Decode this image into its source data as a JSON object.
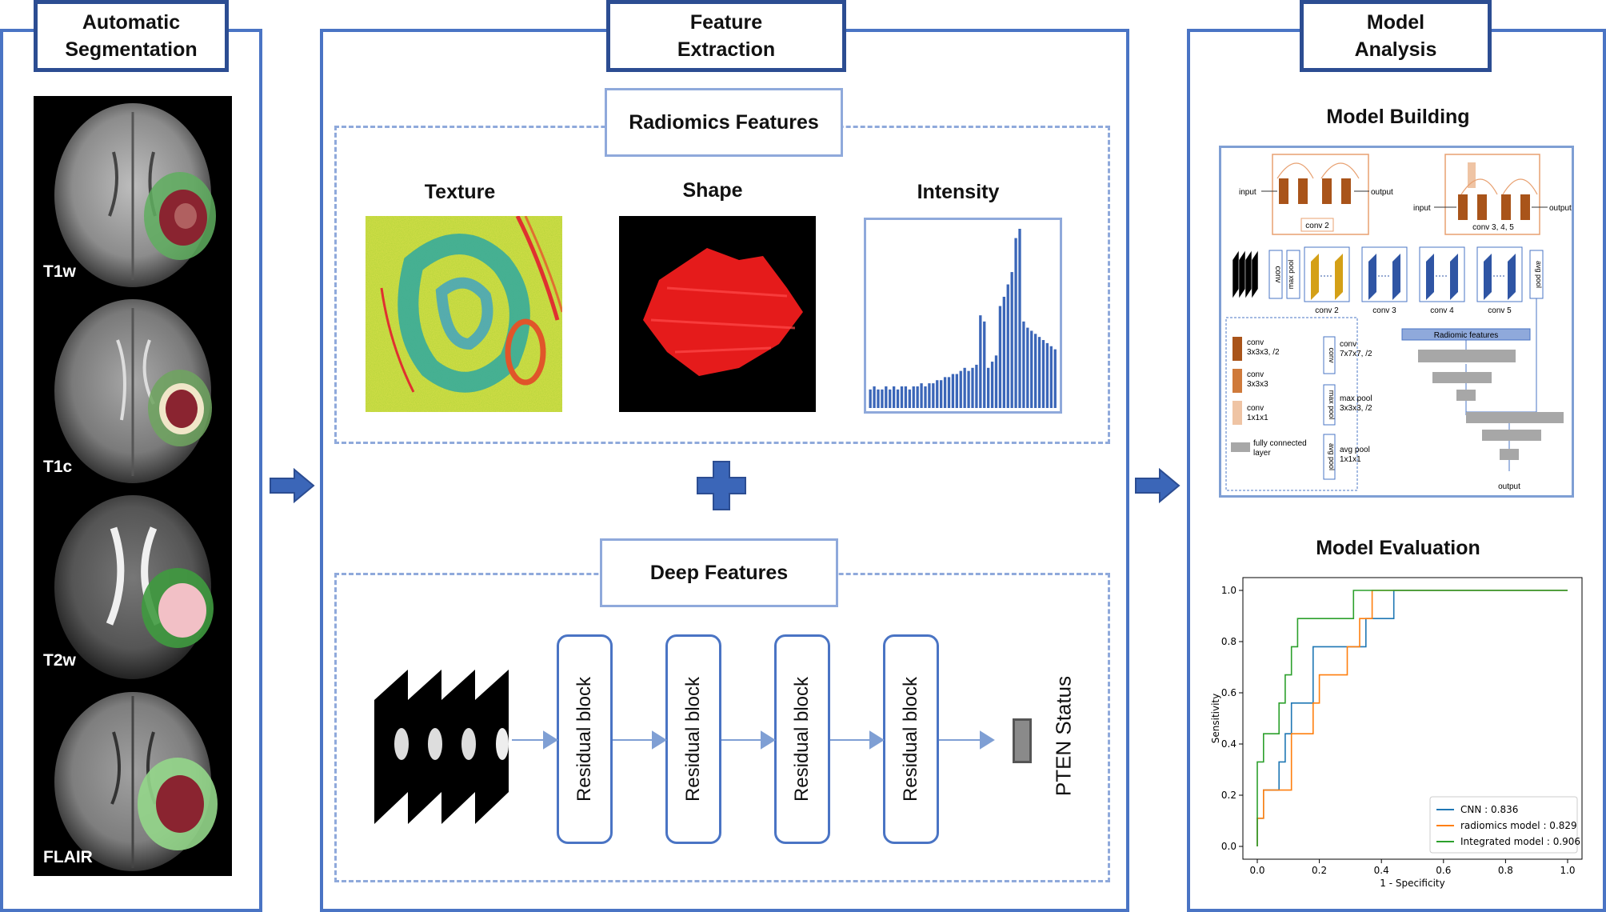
{
  "segmentation": {
    "header": "Automatic\nSegmentation",
    "scans": [
      {
        "label": "T1w"
      },
      {
        "label": "T1c"
      },
      {
        "label": "T2w"
      },
      {
        "label": "FLAIR"
      }
    ]
  },
  "extraction": {
    "header": "Feature\nExtraction",
    "radiomics_title": "Radiomics Features",
    "texture_label": "Texture",
    "shape_label": "Shape",
    "intensity_label": "Intensity",
    "histogram_values": [
      6,
      7,
      6,
      6,
      7,
      6,
      7,
      6,
      7,
      7,
      6,
      7,
      7,
      8,
      7,
      8,
      8,
      9,
      9,
      10,
      10,
      11,
      11,
      12,
      13,
      12,
      13,
      14,
      30,
      28,
      13,
      15,
      17,
      33,
      36,
      40,
      44,
      55,
      58,
      28,
      26,
      25,
      24,
      23,
      22,
      21,
      20,
      19
    ],
    "deep_title": "Deep Features",
    "residual_label": "Residual block",
    "output_label": "PTEN Status"
  },
  "analysis": {
    "header": "Model\nAnalysis",
    "building_title": "Model Building",
    "evaluation_title": "Model Evaluation",
    "network": {
      "input": "input",
      "output": "output",
      "conv2_box": "conv 2",
      "conv345_box": "conv 3, 4, 5",
      "conv": "conv",
      "max_pool": "max pool",
      "avg_pool": "avg pool",
      "stage_labels": [
        "conv 2",
        "conv 3",
        "conv 4",
        "conv 5"
      ],
      "radiomic_features": "Radiomic features",
      "final_output": "output",
      "legend": [
        {
          "name": "conv",
          "spec": "3x3x3, /2",
          "color": "#a9541a"
        },
        {
          "name": "conv",
          "spec": "3x3x3",
          "color": "#cf7a3b"
        },
        {
          "name": "conv",
          "spec": "1x1x1",
          "color": "#efc4a4"
        },
        {
          "name": "fully connected",
          "spec": "layer",
          "color": "#a7a7a7"
        }
      ],
      "legend_ops": [
        {
          "tag": "conv",
          "text1": "conv",
          "text2": "7x7x7, /2"
        },
        {
          "tag": "max pool",
          "text1": "max pool",
          "text2": "3x3x3, /2"
        },
        {
          "tag": "avg pool",
          "text1": "avg pool",
          "text2": "1x1x1"
        }
      ]
    }
  },
  "chart_data": {
    "type": "line",
    "title": "",
    "xlabel": "1 - Specificity",
    "ylabel": "Sensitivity",
    "xlim": [
      0,
      1
    ],
    "ylim": [
      0,
      1
    ],
    "xticks": [
      "0.0",
      "0.2",
      "0.4",
      "0.6",
      "0.8",
      "1.0"
    ],
    "yticks": [
      "0.0",
      "0.2",
      "0.4",
      "0.6",
      "0.8",
      "1.0"
    ],
    "legend_position": "bottom-right",
    "series": [
      {
        "name": "CNN : 0.836",
        "color": "#1f77b4",
        "points": [
          [
            0,
            0
          ],
          [
            0,
            0.11
          ],
          [
            0.02,
            0.11
          ],
          [
            0.02,
            0.22
          ],
          [
            0.07,
            0.22
          ],
          [
            0.07,
            0.33
          ],
          [
            0.09,
            0.33
          ],
          [
            0.09,
            0.44
          ],
          [
            0.11,
            0.44
          ],
          [
            0.11,
            0.56
          ],
          [
            0.18,
            0.56
          ],
          [
            0.18,
            0.78
          ],
          [
            0.35,
            0.78
          ],
          [
            0.35,
            0.89
          ],
          [
            0.44,
            0.89
          ],
          [
            0.44,
            1.0
          ],
          [
            1.0,
            1.0
          ]
        ]
      },
      {
        "name": "radiomics model : 0.829",
        "color": "#ff7f0e",
        "points": [
          [
            0,
            0
          ],
          [
            0,
            0.11
          ],
          [
            0.02,
            0.11
          ],
          [
            0.02,
            0.22
          ],
          [
            0.11,
            0.22
          ],
          [
            0.11,
            0.44
          ],
          [
            0.18,
            0.44
          ],
          [
            0.18,
            0.56
          ],
          [
            0.2,
            0.56
          ],
          [
            0.2,
            0.67
          ],
          [
            0.29,
            0.67
          ],
          [
            0.29,
            0.78
          ],
          [
            0.33,
            0.78
          ],
          [
            0.33,
            0.89
          ],
          [
            0.37,
            0.89
          ],
          [
            0.37,
            1.0
          ],
          [
            1.0,
            1.0
          ]
        ]
      },
      {
        "name": "Integrated model : 0.906",
        "color": "#2ca02c",
        "points": [
          [
            0,
            0
          ],
          [
            0,
            0.33
          ],
          [
            0.02,
            0.33
          ],
          [
            0.02,
            0.44
          ],
          [
            0.07,
            0.44
          ],
          [
            0.07,
            0.56
          ],
          [
            0.09,
            0.56
          ],
          [
            0.09,
            0.67
          ],
          [
            0.11,
            0.67
          ],
          [
            0.11,
            0.78
          ],
          [
            0.13,
            0.78
          ],
          [
            0.13,
            0.89
          ],
          [
            0.31,
            0.89
          ],
          [
            0.31,
            1.0
          ],
          [
            1.0,
            1.0
          ]
        ]
      }
    ]
  }
}
